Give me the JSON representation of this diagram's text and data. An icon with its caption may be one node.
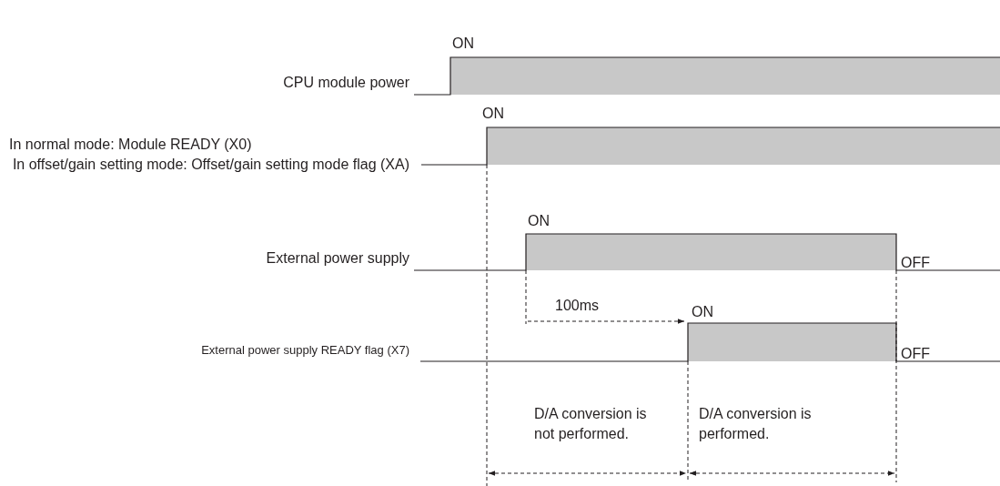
{
  "diagram": {
    "labels": [
      "ON",
      "CPU module power",
      "ON",
      "In normal mode: Module READY (X0)",
      "In offset/gain setting mode: Offset/gain setting mode flag (XA)",
      "ON",
      "External power supply",
      "OFF",
      "100ms",
      "ON",
      "External power supply READY flag (X7)",
      "OFF",
      "D/A conversion is not performed.",
      "D/A conversion is performed."
    ]
  }
}
